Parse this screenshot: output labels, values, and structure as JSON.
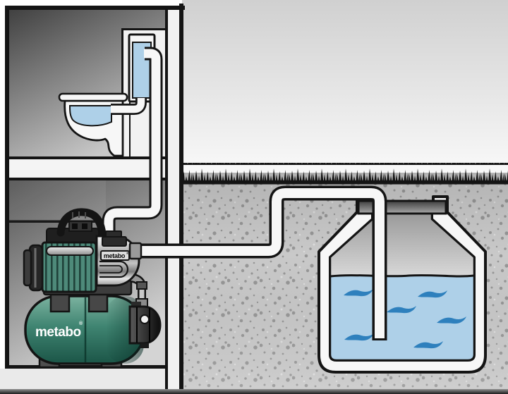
{
  "labels": {
    "tank_logo": "metabo",
    "pump_logo": "metabo",
    "registered_mark": "®"
  },
  "colors": {
    "metabo_green_light": "#7cb3a0",
    "metabo_green": "#3f8471",
    "metabo_green_dark": "#1b5547",
    "water_light": "#aed0e8",
    "wave_blue": "#2e80bd",
    "ground_gray": "#c9c9c9",
    "speckle_gray": "#979797",
    "grass_band_gray": "#b3b3b3",
    "sky_top": "#d0d0d0",
    "sky_bottom": "#fbfbfb",
    "wall_dark": "#414141",
    "wall_light": "#c8c8c8",
    "pipe_white": "#f7f7f7",
    "outline_black": "#141414",
    "chrome_light": "#f6f6f6",
    "chrome_dark": "#8f8f8f"
  },
  "components": [
    "house",
    "bathroom",
    "toilet",
    "toilet-cistern",
    "flush-pipe",
    "service-duct",
    "floor-slab",
    "basement",
    "exterior-wall",
    "pump-unit",
    "pump-motor",
    "pump-head",
    "pressure-tank",
    "pressure-switch",
    "discharge-pipe",
    "suction-pipe",
    "grass",
    "ground",
    "underground-cistern",
    "cistern-lid",
    "cistern-water"
  ],
  "waves": [
    {
      "x": "486",
      "y": "409"
    },
    {
      "x": "591",
      "y": "411"
    },
    {
      "x": "547",
      "y": "433"
    },
    {
      "x": "618",
      "y": "448"
    },
    {
      "x": "487",
      "y": "472"
    },
    {
      "x": "585",
      "y": "483"
    }
  ]
}
